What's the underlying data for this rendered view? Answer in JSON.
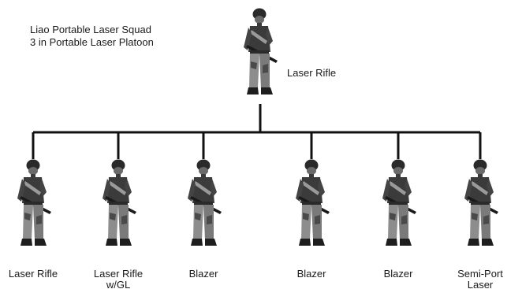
{
  "title": {
    "line1": "Liao Portable Laser Squad",
    "line2": "3 in Portable Laser Platoon"
  },
  "leader": {
    "label": "Laser Rifle",
    "icon": "soldier-icon"
  },
  "members": [
    {
      "label": "Laser Rifle",
      "label_line2": "",
      "icon": "soldier-icon"
    },
    {
      "label": "Laser Rifle",
      "label_line2": "w/GL",
      "icon": "soldier-icon"
    },
    {
      "label": "Blazer",
      "label_line2": "",
      "icon": "soldier-icon"
    },
    {
      "label": "Blazer",
      "label_line2": "",
      "icon": "soldier-icon"
    },
    {
      "label": "Blazer",
      "label_line2": "",
      "icon": "soldier-icon"
    },
    {
      "label": "Semi-Port",
      "label_line2": "Laser",
      "icon": "soldier-icon"
    }
  ],
  "colors": {
    "ink": "#111111",
    "figure": "#2a2a2a",
    "figure_light": "#9a9a9a"
  }
}
